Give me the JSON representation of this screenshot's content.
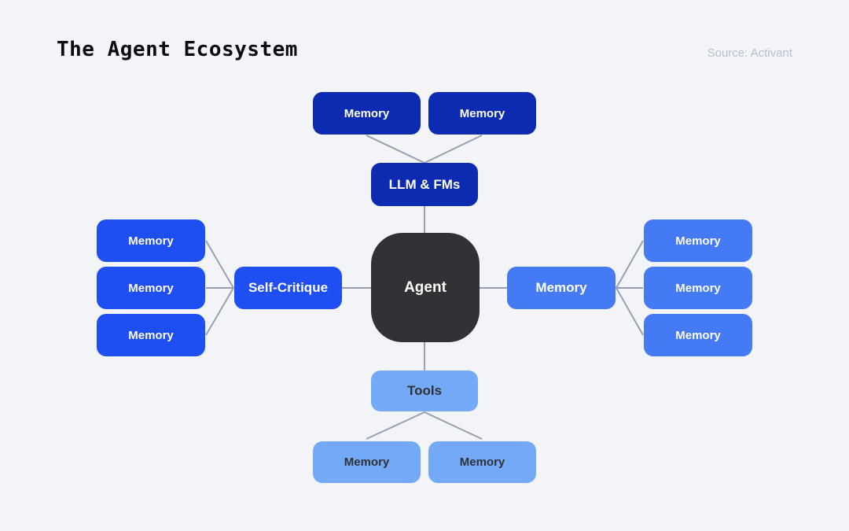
{
  "header": {
    "title": "The Agent Ecosystem",
    "source": "Source: Activant"
  },
  "colors": {
    "background": "#f3f4f8",
    "navy_blue": "#0c2bb1",
    "royal_blue": "#1f4ef2",
    "medium_blue": "#447af3",
    "light_blue": "#74a9f7",
    "agent_dark": "#303236",
    "connector": "#97a0b3",
    "title_text": "#0a0b0f",
    "source_text": "#b7becb",
    "light_box_text": "#2e3237"
  },
  "diagram": {
    "center": {
      "label": "Agent"
    },
    "top": {
      "hub": "LLM & FMs",
      "leaves": [
        "Memory",
        "Memory"
      ]
    },
    "left": {
      "hub": "Self-Critique",
      "leaves": [
        "Memory",
        "Memory",
        "Memory"
      ]
    },
    "right": {
      "hub": "Memory",
      "leaves": [
        "Memory",
        "Memory",
        "Memory"
      ]
    },
    "bottom": {
      "hub": "Tools",
      "leaves": [
        "Memory",
        "Memory"
      ]
    },
    "edges": [
      {
        "from": "memory-top-1",
        "to": "llm-fms"
      },
      {
        "from": "memory-top-2",
        "to": "llm-fms"
      },
      {
        "from": "llm-fms",
        "to": "agent"
      },
      {
        "from": "memory-left-1",
        "to": "self-critique"
      },
      {
        "from": "memory-left-2",
        "to": "self-critique"
      },
      {
        "from": "memory-left-3",
        "to": "self-critique"
      },
      {
        "from": "self-critique",
        "to": "agent"
      },
      {
        "from": "agent",
        "to": "memory-hub-right"
      },
      {
        "from": "memory-hub-right",
        "to": "memory-right-1"
      },
      {
        "from": "memory-hub-right",
        "to": "memory-right-2"
      },
      {
        "from": "memory-hub-right",
        "to": "memory-right-3"
      },
      {
        "from": "agent",
        "to": "tools"
      },
      {
        "from": "tools",
        "to": "memory-bottom-1"
      },
      {
        "from": "tools",
        "to": "memory-bottom-2"
      }
    ]
  }
}
